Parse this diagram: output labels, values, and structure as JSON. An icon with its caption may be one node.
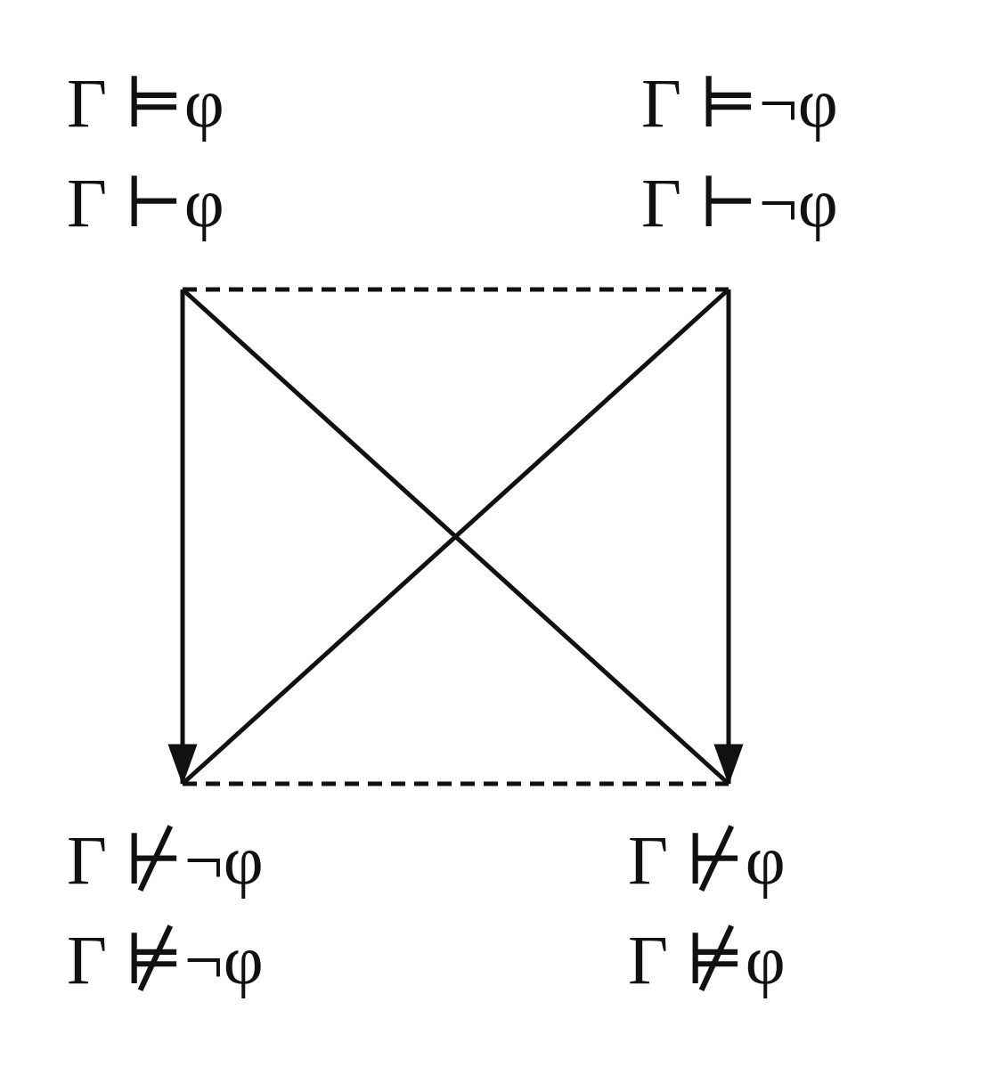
{
  "diagram": {
    "nodes": [
      {
        "text": [
          "Γ ⊨φ",
          "Γ ⊢φ"
        ]
      },
      {
        "text": [
          "Γ ⊨¬φ",
          "Γ ⊢¬φ"
        ]
      },
      {
        "text": [
          "Γ ⊬¬φ",
          "Γ ⊭¬φ"
        ]
      },
      {
        "text": [
          "Γ ⊬φ",
          "Γ ⊭φ"
        ]
      }
    ],
    "edges": [
      {
        "from": 0,
        "to": 1,
        "arrow": "none",
        "style": "dashed"
      },
      {
        "from": 0,
        "to": 2,
        "arrow": "to"
      },
      {
        "from": 1,
        "to": 3,
        "arrow": "to"
      },
      {
        "from": 0,
        "to": 3,
        "arrow": "none"
      },
      {
        "from": 1,
        "to": 2,
        "arrow": "none"
      },
      {
        "from": 2,
        "to": 3,
        "arrow": "none",
        "style": "dashed"
      }
    ]
  }
}
